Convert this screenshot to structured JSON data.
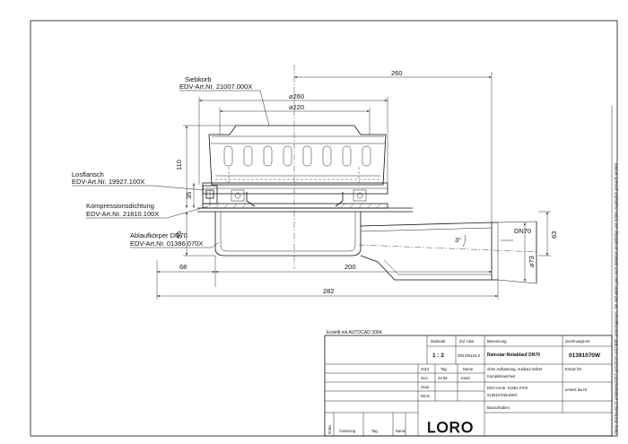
{
  "labels": {
    "siebkorb_name": "Siebkorb",
    "siebkorb_art": "EDV-Art.Nr. 21007.000X",
    "losflansch_name": "Losflansch",
    "losflansch_art": "EDV-Art.Nr. 19927.100X",
    "kompression_name": "Kompressionsdichtung",
    "kompression_art": "EDV-Art.Nr. 21810.100X",
    "ablauf_name": "Ablaufkörper DN70",
    "ablauf_art": "EDV-Art.Nr. 01386.070X"
  },
  "dimensions": {
    "d260_total": "260",
    "d260_dia": "⌀260",
    "d220_dia": "⌀220",
    "h110": "110",
    "h35": "35",
    "h55": "55",
    "h63": "63",
    "d73": "⌀73",
    "dn70": "DN70",
    "angle": "3°",
    "w68": "68",
    "w200": "200",
    "w282": "282"
  },
  "side_note": "Diese Zeichnung ist urheberrechtlich geschützt und bleibt unser Eigentum. Sie darf weder ganz noch teilweise vervielfältigt und Dritten zugänglich gemacht werden.",
  "title_block": {
    "created_with": "Erstellt mit AUTOCAD 2004",
    "massstab_label": "Maßstab",
    "massstab_value": "1 : 2",
    "zul_abw_label": "Zul. Abw.",
    "zul_abw_value": "DIN EN124-3",
    "benennung_label": "Benennung",
    "benennung_value": "Rainstar-Notablauf DN70",
    "zeichnungs_nr_label": "Zeichnungs-Nr.",
    "zeichnungs_nr_value": "01391070W",
    "jahr": "2012",
    "tag_label": "Tag",
    "name_label": "Name",
    "gez_label": "Gez.",
    "gez_date": "03.05.",
    "gez_name": "Koeb",
    "gepr_label": "Gepr.",
    "norm_label": "Norm",
    "desc1": "ohne Aufkantung, Ausbau/ selbst",
    "desc2": "Komplettoeinheit",
    "desc3": "EDV-Art.Nr. 01391.070X",
    "desc4": "01391070W.DWG",
    "ersatz_fuer": "Ersatz für:",
    "ersetzt_durch": "ersetzt durch:",
    "bauvorhaben": "Bauvorhaben",
    "index": "Index",
    "aenderung": "Änderung",
    "tag2": "Tag",
    "name2": "Name",
    "logo": "LORO"
  }
}
